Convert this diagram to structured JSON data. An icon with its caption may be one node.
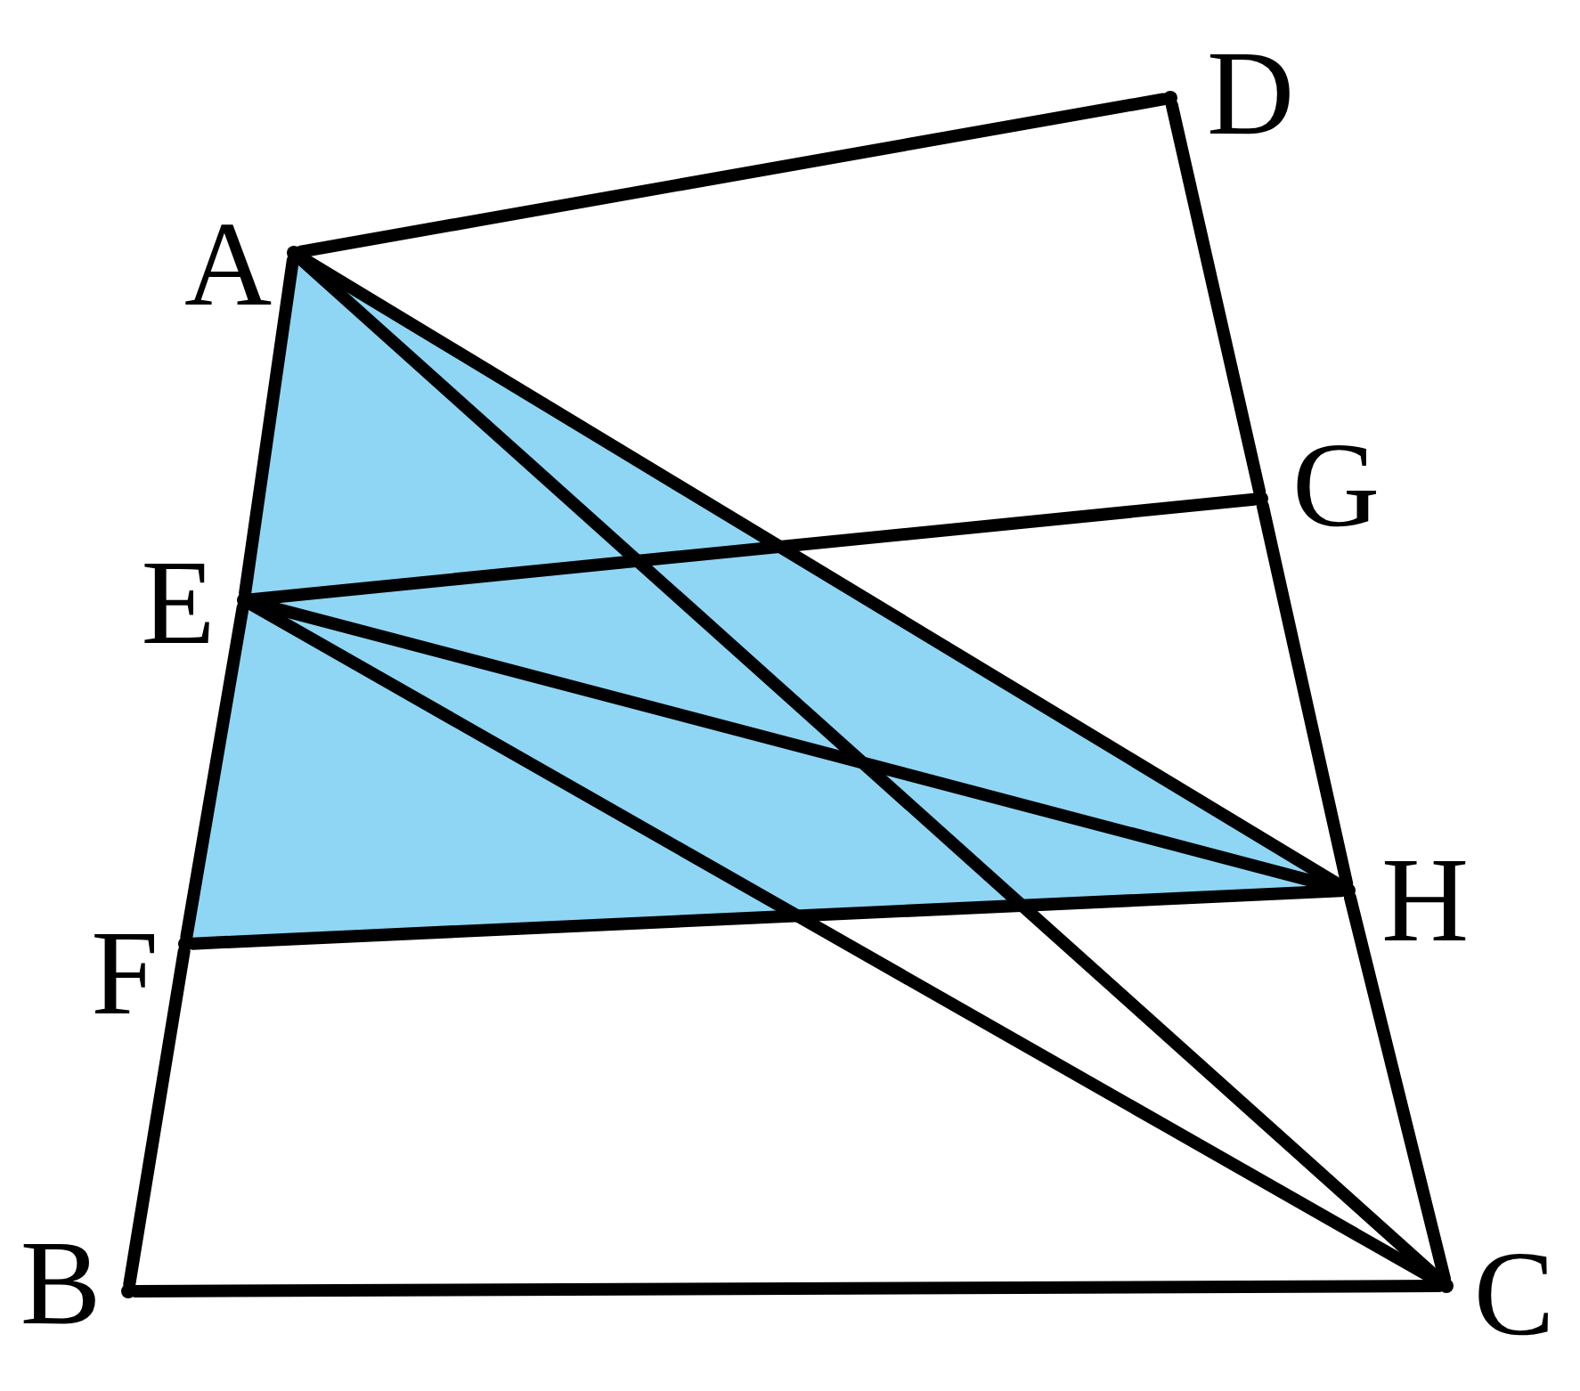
{
  "diagram": {
    "nodes": [
      {
        "text": [],
        "shape": "point",
        "beside": [
          "A"
        ]
      },
      {
        "text": [],
        "shape": "point",
        "beside": [
          "D"
        ]
      },
      {
        "text": [],
        "shape": "point",
        "beside": [
          "E"
        ]
      },
      {
        "text": [],
        "shape": "point",
        "beside": [
          "G"
        ]
      },
      {
        "text": [],
        "shape": "point",
        "beside": [
          "F"
        ]
      },
      {
        "text": [],
        "shape": "point",
        "beside": [
          "H"
        ]
      },
      {
        "text": [],
        "shape": "point",
        "beside": [
          "B"
        ]
      },
      {
        "text": [],
        "shape": "point",
        "beside": [
          "C"
        ]
      }
    ],
    "edges": [
      {
        "from": 0,
        "to": 1,
        "arrow": "none"
      },
      {
        "from": 1,
        "to": 3,
        "arrow": "none"
      },
      {
        "from": 3,
        "to": 5,
        "arrow": "none"
      },
      {
        "from": 5,
        "to": 7,
        "arrow": "none"
      },
      {
        "from": 0,
        "to": 2,
        "arrow": "none"
      },
      {
        "from": 2,
        "to": 4,
        "arrow": "none"
      },
      {
        "from": 4,
        "to": 6,
        "arrow": "none"
      },
      {
        "from": 6,
        "to": 7,
        "arrow": "none"
      },
      {
        "from": 2,
        "to": 3,
        "arrow": "none"
      },
      {
        "from": 4,
        "to": 5,
        "arrow": "none"
      },
      {
        "from": 0,
        "to": 5,
        "arrow": "none"
      },
      {
        "from": 0,
        "to": 7,
        "arrow": "none"
      },
      {
        "from": 2,
        "to": 5,
        "arrow": "none"
      },
      {
        "from": 2,
        "to": 7,
        "arrow": "none"
      }
    ]
  }
}
